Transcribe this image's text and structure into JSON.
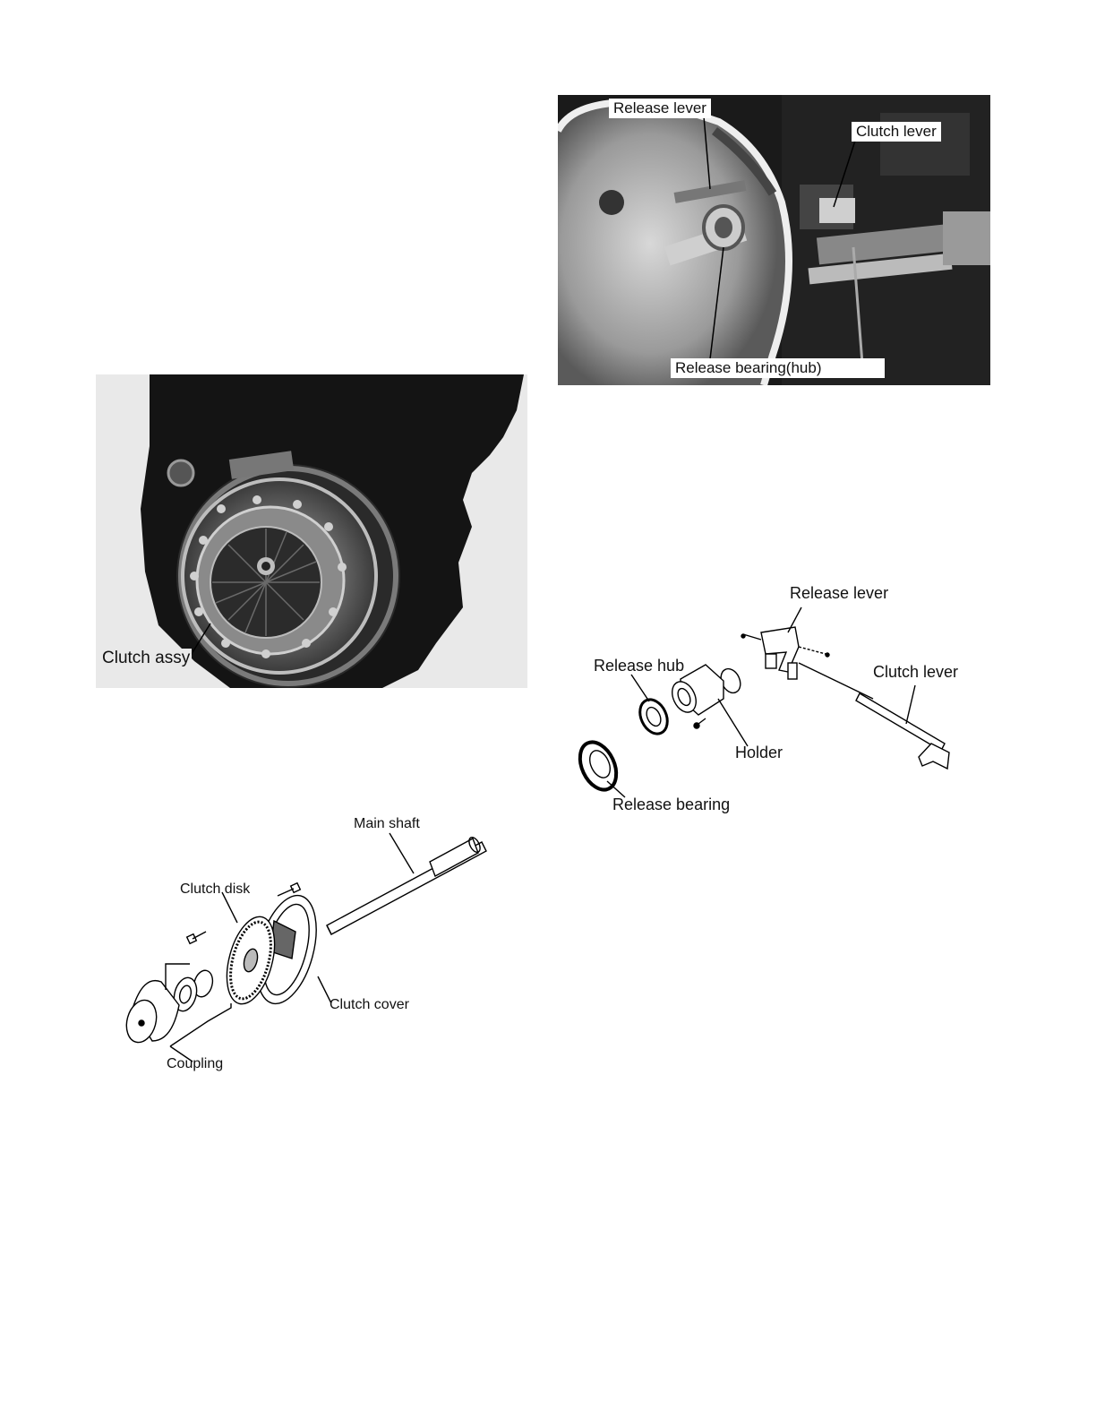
{
  "figures": {
    "clutch_assy_photo": {
      "label": "Clutch assy"
    },
    "clutch_exploded": {
      "main_shaft": "Main shaft",
      "clutch_disk": "Clutch disk",
      "clutch_cover": "Clutch cover",
      "coupling": "Coupling"
    },
    "housing_photo": {
      "release_lever": "Release lever",
      "clutch_lever": "Clutch lever",
      "release_bearing_hub": "Release bearing(hub)"
    },
    "release_exploded": {
      "release_lever": "Release lever",
      "release_hub": "Release hub",
      "clutch_lever": "Clutch lever",
      "holder": "Holder",
      "release_bearing": "Release bearing"
    }
  }
}
